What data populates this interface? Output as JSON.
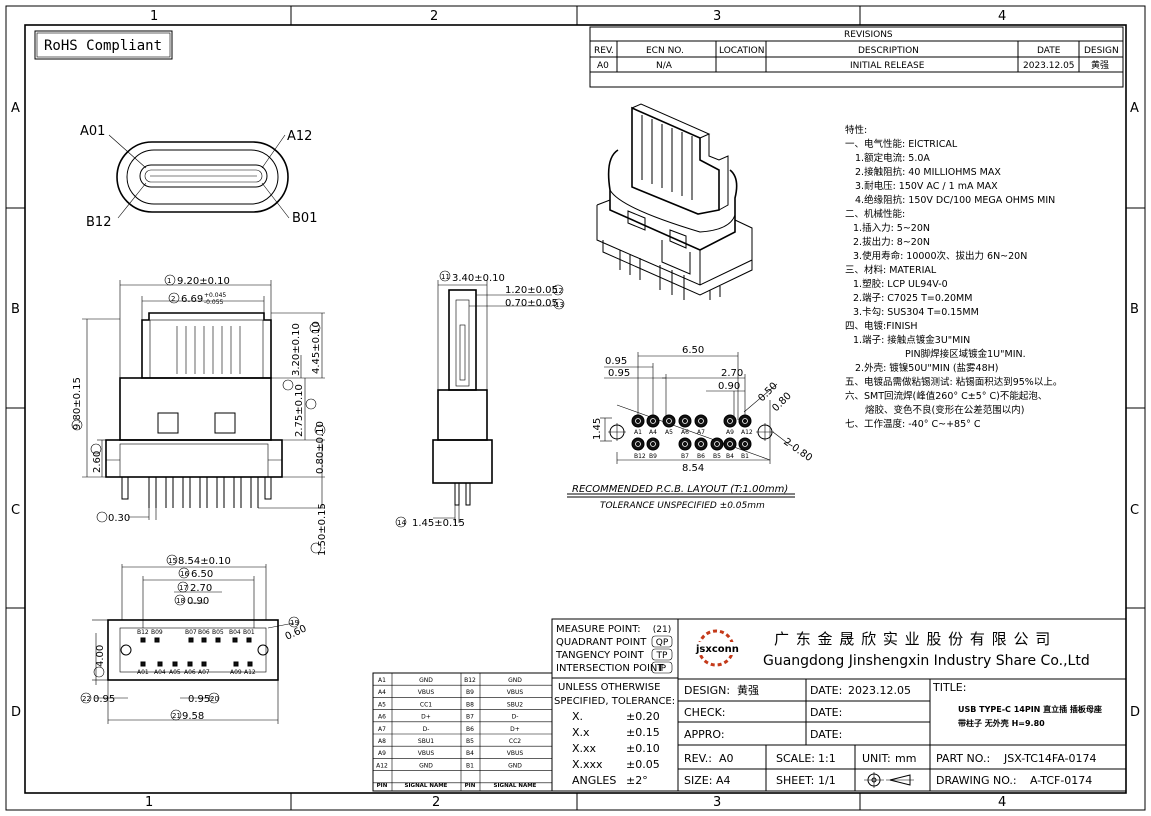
{
  "zones": {
    "cols": [
      "1",
      "2",
      "3",
      "4"
    ],
    "rows": [
      "A",
      "B",
      "C",
      "D"
    ]
  },
  "rohs": "RoHS Compliant",
  "revisions": {
    "title": "REVISIONS",
    "headers": [
      "REV.",
      "ECN NO.",
      "LOCATION",
      "DESCRIPTION",
      "DATE",
      "DESIGN"
    ],
    "row": [
      "A0",
      "N/A",
      "",
      "INITIAL RELEASE",
      "2023.12.05",
      "黄强"
    ]
  },
  "pin_labels": {
    "a01": "A01",
    "a12": "A12",
    "b12": "B12",
    "b01": "B01"
  },
  "front_dims": {
    "d1": "9.20±0.10",
    "d2": "6.69",
    "d2_tol_up": "+0.045",
    "d2_tol_dn": "-0.055",
    "d3": "3.20±0.10",
    "d4": "4.45±0.10",
    "d5": "2.75±0.10",
    "d6": "0.80±0.10",
    "d8": "0.30",
    "d9": "2.60",
    "d10": "9.80±0.15",
    "d7": "1.50±0.15"
  },
  "side_dims": {
    "d11": "3.40±0.10",
    "d12": "1.20±0.05",
    "d13": "0.70±0.05",
    "d14": "1.45±0.15"
  },
  "bottom_dims": {
    "d15": "8.54±0.10",
    "d16": "6.50",
    "d17": "2.70",
    "d18": "0.90",
    "d19": "0.60",
    "d20": "0.95",
    "d21": "9.58",
    "d22": "0.95",
    "d23": "4.00",
    "top_pins": [
      "B12",
      "B09",
      "B07",
      "B06",
      "B05",
      "B04",
      "B01"
    ],
    "bot_pins": [
      "A01",
      "A04",
      "A05",
      "A06",
      "A07",
      "A09",
      "A12"
    ]
  },
  "pcb": {
    "d_top": "6.50",
    "d_a": "0.95",
    "d_b": "0.95",
    "d_c": "2.70",
    "d_d": "0.90",
    "d_e": "0.50",
    "d_f": "0.80",
    "d_g": "2-0.80",
    "d_h": "1.45",
    "d_w": "8.54",
    "top_labels": [
      "A1",
      "A4",
      "A5",
      "A6",
      "A7",
      "A9",
      "A12"
    ],
    "bot_labels": [
      "B12",
      "B9",
      "B7",
      "B6",
      "B5",
      "B4",
      "B1"
    ],
    "title": "RECOMMENDED   P.C.B. LAYOUT  (T:1.00mm)",
    "tolerance": "TOLERANCE UNSPECIFIED  ±0.05mm"
  },
  "notes": [
    "特性:",
    "一、电气性能: ElCTRICAL",
    "1.额定电流: 5.0A",
    "2.接触阻抗: 40 MILLIOHMS MAX",
    "3.耐电压: 150V AC / 1 mA MAX",
    "4.绝缘阻抗: 150V DC/100 MEGA OHMS MIN",
    "二、机械性能:",
    "1.插入力: 5~20N",
    "2.拔出力: 8~20N",
    "3.使用寿命: 10000次、拔出力 6N~20N",
    "三、材料: MATERIAL",
    "1.塑胶: LCP UL94V-0",
    "2.端子: C7025 T=0.20MM",
    "3.卡勾: SUS304 T=0.15MM",
    "四、电镀:FINISH",
    "1.端子: 接触点镀金3U\"MIN",
    "PIN脚焊接区域镀金1U\"MIN.",
    "2.外壳: 镀镍50U\"MIN (盐雾48H)",
    "五、电镀品需做粘锡测试: 粘锡面积达到95%以上。",
    "六、SMT回流焊(峰值260° C±5° C)不能起泡、",
    "熔胶、变色不良(变形在公差范围以内)",
    "七、工作温度: -40° C~+85° C"
  ],
  "signals": {
    "headers": [
      "PIN",
      "SIGNAL NAME",
      "PIN",
      "SIGNAL NAME"
    ],
    "rows": [
      [
        "A1",
        "GND",
        "B12",
        "GND"
      ],
      [
        "A4",
        "VBUS",
        "B9",
        "VBUS"
      ],
      [
        "A5",
        "CC1",
        "B8",
        "SBU2"
      ],
      [
        "A6",
        "D+",
        "B7",
        "D-"
      ],
      [
        "A7",
        "D-",
        "B6",
        "D+"
      ],
      [
        "A8",
        "SBU1",
        "B5",
        "CC2"
      ],
      [
        "A9",
        "VBUS",
        "B4",
        "VBUS"
      ],
      [
        "A12",
        "GND",
        "B1",
        "GND"
      ]
    ]
  },
  "measure": {
    "rows": [
      [
        "MEASURE  POINT:",
        "(21)"
      ],
      [
        "QUADRANT  POINT",
        "QP"
      ],
      [
        "TANGENCY  POINT",
        "TP"
      ],
      [
        "INTERSECTION  POINT",
        "IP"
      ]
    ]
  },
  "tolerances": {
    "head1": "UNLESS  OTHERWISE",
    "head2": "SPECIFIED, TOLERANCE:",
    "rows": [
      [
        "X.",
        "±0.20"
      ],
      [
        "X.x",
        "±0.15"
      ],
      [
        "X.xx",
        "±0.10"
      ],
      [
        "X.xxx",
        "±0.05"
      ]
    ],
    "angles_label": "ANGLES",
    "angles_value": "±2°"
  },
  "company": {
    "logo": "jsxconn",
    "cn": "广 东 金 晟 欣 实 业 股 份 有 限 公 司",
    "en": "Guangdong Jinshengxin Industry Share Co.,Ltd"
  },
  "titleblock": {
    "design_label": "DESIGN:",
    "design_value": "黄强",
    "date_label": "DATE:",
    "date_value": "2023.12.05",
    "check_label": "CHECK:",
    "date2_label": "DATE:",
    "appro_label": "APPRO:",
    "date3_label": "DATE:",
    "title_label": "TITLE:",
    "title_line1": "USB TYPE-C 14PIN  直立插 插板母座",
    "title_line2": "带柱子 无外壳 H=9.80",
    "rev_label": "REV.:",
    "rev_value": "A0",
    "scale_label": "SCALE:",
    "scale_value": "1:1",
    "unit_label": "UNIT:",
    "unit_value": "mm",
    "size_label": "SIZE:",
    "size_value": "A4",
    "sheet_label": "SHEET:",
    "sheet_value": "1/1",
    "part_label": "PART NO.:",
    "part_value": "JSX-TC14FA-0174",
    "drawing_label": "DRAWING  NO.:",
    "drawing_value": "A-TCF-0174"
  }
}
